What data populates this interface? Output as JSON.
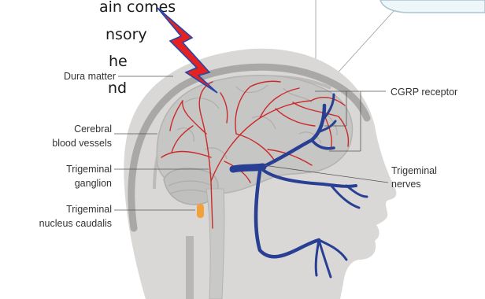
{
  "intro_lines": [
    "ain comes",
    "nsory",
    "he",
    "nd"
  ],
  "labels": {
    "dura_matter": "Dura matter",
    "cerebral_blood_vessels_1": "Cerebral",
    "cerebral_blood_vessels_2": "blood vessels",
    "trigeminal_ganglion_1": "Trigeminal",
    "trigeminal_ganglion_2": "ganglion",
    "trigeminal_nucleus_1": "Trigeminal",
    "trigeminal_nucleus_2": "nucleus caudalis",
    "cgrp_receptor": "CGRP receptor",
    "trigeminal_nerves_1": "Trigeminal",
    "trigeminal_nerves_2": "nerves"
  },
  "colors": {
    "head": "#d9d8d6",
    "skull": "#a9a8a6",
    "brain": "#c6c6c4",
    "vessel": "#cc2a2a",
    "nerve": "#283f93",
    "bolt": "#e52222",
    "bolt_outline": "#2446a8",
    "nucleus": "#f2a23a",
    "lens": "#eef6f9"
  }
}
